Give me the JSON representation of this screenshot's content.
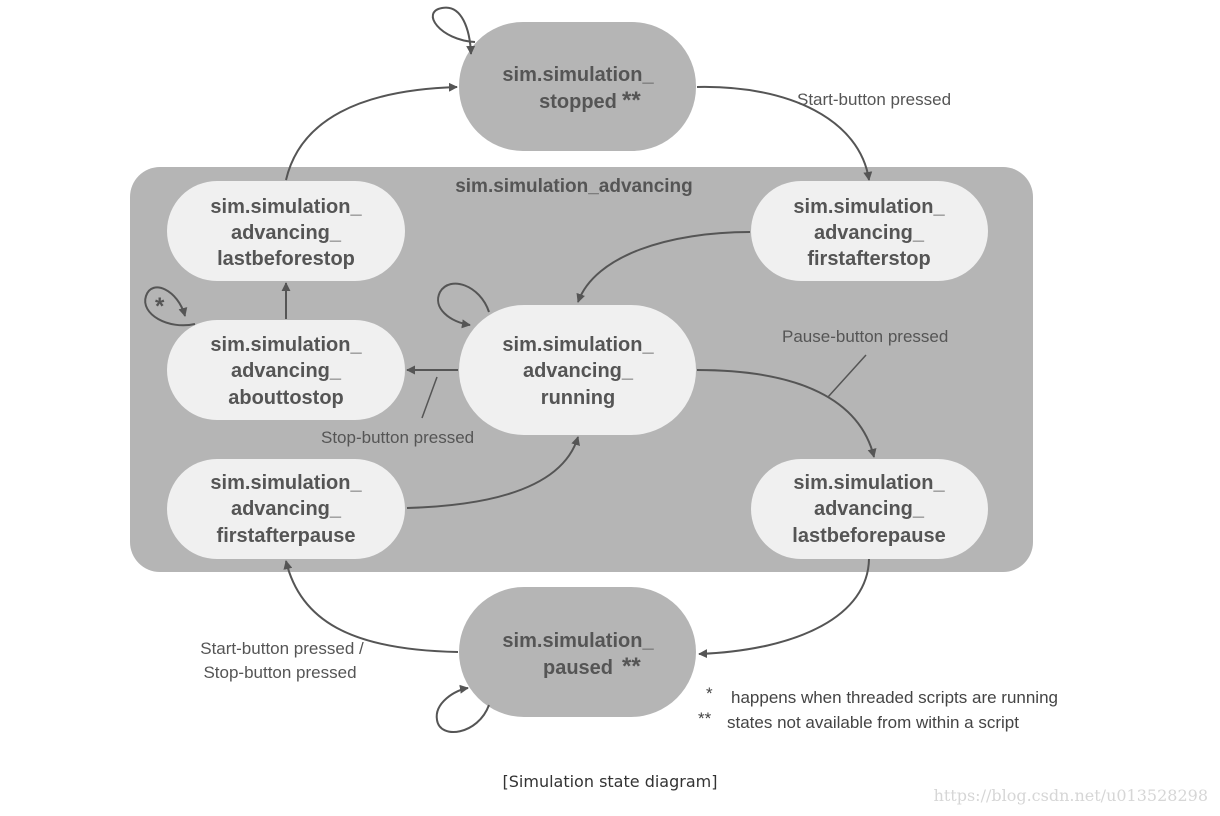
{
  "diagram": {
    "group_label": "sim.simulation_advancing",
    "states": {
      "stopped": {
        "line1": "sim.simulation_",
        "line2": "stopped",
        "stars": "**"
      },
      "paused": {
        "line1": "sim.simulation_",
        "line2": "paused",
        "stars": "**"
      },
      "lastbeforestop": {
        "line1": "sim.simulation_",
        "line2": "advancing_",
        "line3": "lastbeforestop"
      },
      "firstafterstop": {
        "line1": "sim.simulation_",
        "line2": "advancing_",
        "line3": "firstafterstop"
      },
      "abouttostop": {
        "line1": "sim.simulation_",
        "line2": "advancing_",
        "line3": "abouttostop"
      },
      "running": {
        "line1": "sim.simulation_",
        "line2": "advancing_",
        "line3": "running"
      },
      "firstafterpause": {
        "line1": "sim.simulation_",
        "line2": "advancing_",
        "line3": "firstafterpause"
      },
      "lastbeforepause": {
        "line1": "sim.simulation_",
        "line2": "advancing_",
        "line3": "lastbeforepause"
      }
    },
    "transitions": {
      "start_label": "Start-button pressed",
      "pause_label": "Pause-button pressed",
      "stop_label": "Stop-button pressed",
      "resume_label_1": "Start-button pressed /",
      "resume_label_2": "Stop-button pressed",
      "self_loop_mark": "*"
    },
    "legend": [
      {
        "mark": "*",
        "text": "happens when threaded scripts are running"
      },
      {
        "mark": "**",
        "text": "states not available from within a script"
      }
    ]
  },
  "caption": "[Simulation state diagram]",
  "watermark": "https://blog.csdn.net/u013528298",
  "colors": {
    "group_fill": "#b5b5b5",
    "dark_node": "#b5b5b5",
    "light_node": "#f0f0f0",
    "text": "#555555"
  }
}
